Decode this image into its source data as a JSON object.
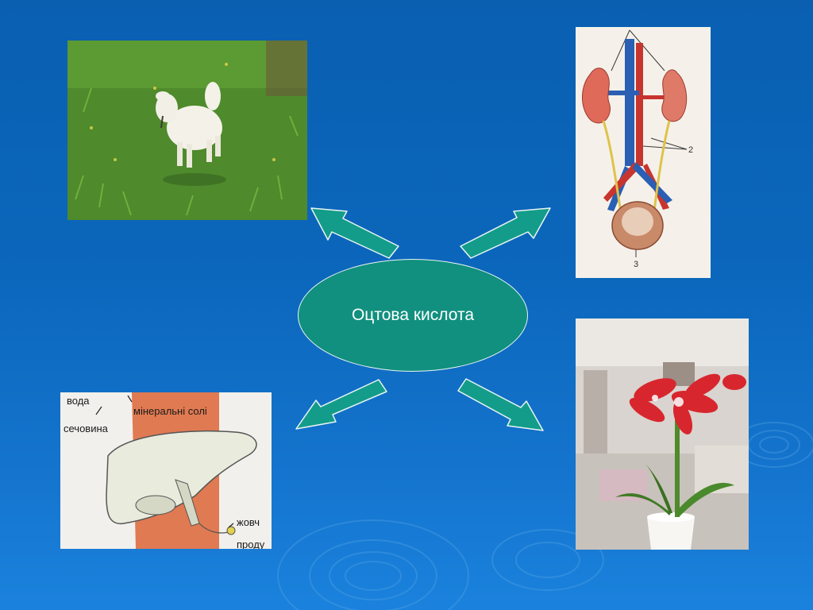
{
  "slide": {
    "center_label": "Оцтова кислота"
  },
  "kidney_labels": {
    "label_2": "2",
    "label_3": "3"
  },
  "liver_labels": {
    "water": "вода",
    "urea": "сечовина",
    "minerals": "мінеральні солі",
    "bile": "жовч",
    "products": "проду"
  },
  "colors": {
    "background": "#0b67bc",
    "ellipse_fill": "#11907f",
    "arrow_fill": "#139c8a",
    "arrow_outline": "#e8f4f2"
  }
}
